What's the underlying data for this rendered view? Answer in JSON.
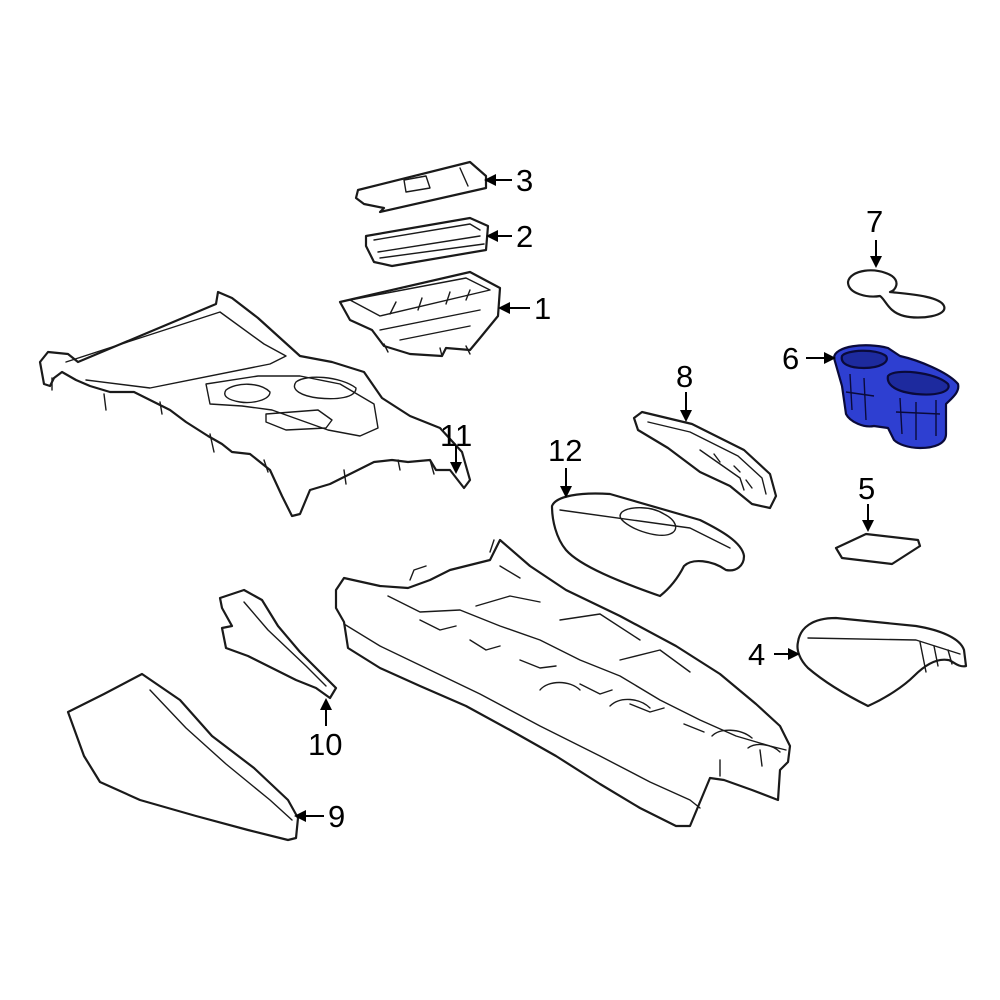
{
  "highlight_color": "#2e3fd1",
  "highlight_shade": "#1d2a9e",
  "callouts": [
    {
      "id": "1",
      "label": "1"
    },
    {
      "id": "2",
      "label": "2"
    },
    {
      "id": "3",
      "label": "3"
    },
    {
      "id": "4",
      "label": "4"
    },
    {
      "id": "5",
      "label": "5"
    },
    {
      "id": "6",
      "label": "6",
      "highlighted": true
    },
    {
      "id": "7",
      "label": "7"
    },
    {
      "id": "8",
      "label": "8"
    },
    {
      "id": "9",
      "label": "9"
    },
    {
      "id": "10",
      "label": "10"
    },
    {
      "id": "11",
      "label": "11"
    },
    {
      "id": "12",
      "label": "12"
    }
  ]
}
